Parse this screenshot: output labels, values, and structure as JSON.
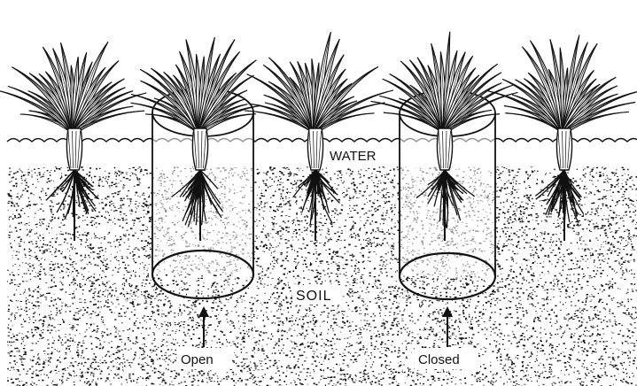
{
  "labels": {
    "water": "WATER",
    "soil": "SOIL",
    "open": "Open",
    "closed": "Closed"
  },
  "colors": {
    "ink": "#111111",
    "paper": "#ffffff"
  },
  "plants": [
    {
      "id": "plant-1",
      "in_cylinder": "none"
    },
    {
      "id": "plant-2",
      "in_cylinder": "open"
    },
    {
      "id": "plant-3",
      "in_cylinder": "none"
    },
    {
      "id": "plant-4",
      "in_cylinder": "closed"
    },
    {
      "id": "plant-5",
      "in_cylinder": "none"
    }
  ]
}
